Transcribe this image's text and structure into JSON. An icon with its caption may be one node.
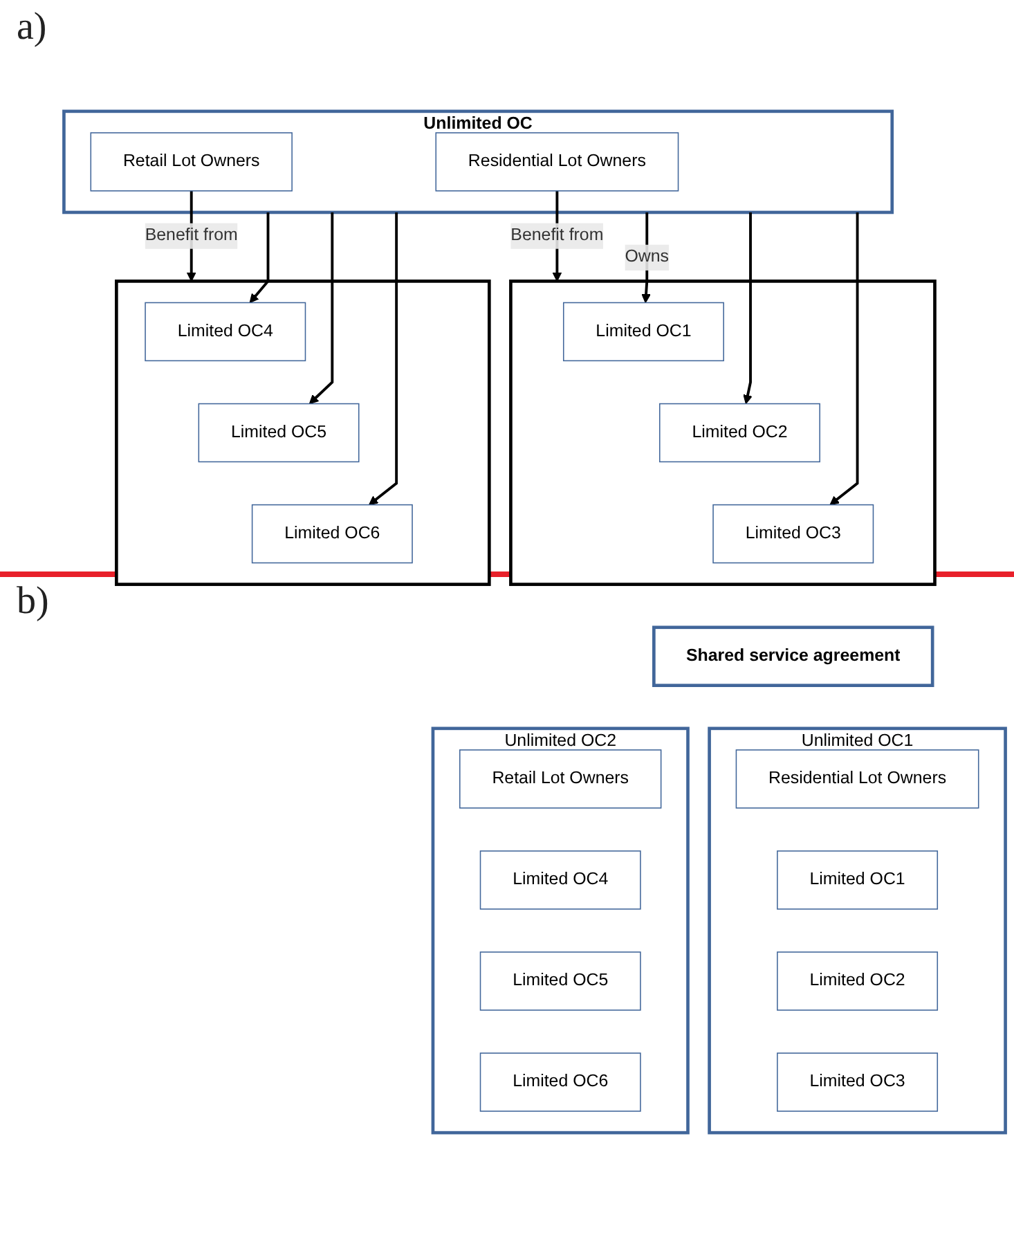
{
  "diagram": {
    "nodes": [
      {
        "text": [
          "Unlimited OC"
        ]
      },
      {
        "text": [
          "Residential Lot Owners"
        ],
        "in": 0
      },
      {
        "text": [
          "Retail Lot Owners"
        ],
        "in": 0
      },
      {
        "text": [],
        "shape": "box"
      },
      {
        "text": [
          "Limited OC1"
        ],
        "in": 3
      },
      {
        "text": [
          "Limited OC2"
        ],
        "in": 3
      },
      {
        "text": [
          "Limited OC3"
        ],
        "in": 3
      },
      {
        "text": [],
        "shape": "box"
      },
      {
        "text": [
          "Limited OC4"
        ],
        "in": 7
      },
      {
        "text": [
          "Limited OC5"
        ],
        "in": 7
      },
      {
        "text": [
          "Limited OC6"
        ],
        "in": 7
      },
      {
        "text": [
          "Shared service agreement"
        ]
      },
      {
        "text": [
          "Unlimited OC1"
        ]
      },
      {
        "text": [
          "Residential Lot Owners"
        ],
        "in": 12
      },
      {
        "text": [
          "Limited OC1"
        ],
        "in": 12
      },
      {
        "text": [
          "Limited OC2"
        ],
        "in": 12
      },
      {
        "text": [
          "Limited OC3"
        ],
        "in": 12
      },
      {
        "text": [
          "Unlimited OC2"
        ]
      },
      {
        "text": [
          "Retail Lot Owners"
        ],
        "in": 17
      },
      {
        "text": [
          "Limited OC4"
        ],
        "in": 17
      },
      {
        "text": [
          "Limited OC5"
        ],
        "in": 17
      },
      {
        "text": [
          "Limited OC6"
        ],
        "in": 17
      }
    ],
    "edges": [
      {
        "from": 1,
        "to": 3,
        "arrow": "to",
        "label": "Benefit from"
      },
      {
        "from": 2,
        "to": 7,
        "arrow": "to",
        "label": "Benefit from"
      },
      {
        "from": 0,
        "to": 4,
        "arrow": "to",
        "label": "Owns"
      },
      {
        "from": 0,
        "to": 5,
        "arrow": "to"
      },
      {
        "from": 0,
        "to": 6,
        "arrow": "to"
      },
      {
        "from": 0,
        "to": 8,
        "arrow": "to"
      },
      {
        "from": 0,
        "to": 9,
        "arrow": "to"
      },
      {
        "from": 0,
        "to": 10,
        "arrow": "to"
      }
    ],
    "labels": [
      "a)",
      "b)"
    ]
  }
}
